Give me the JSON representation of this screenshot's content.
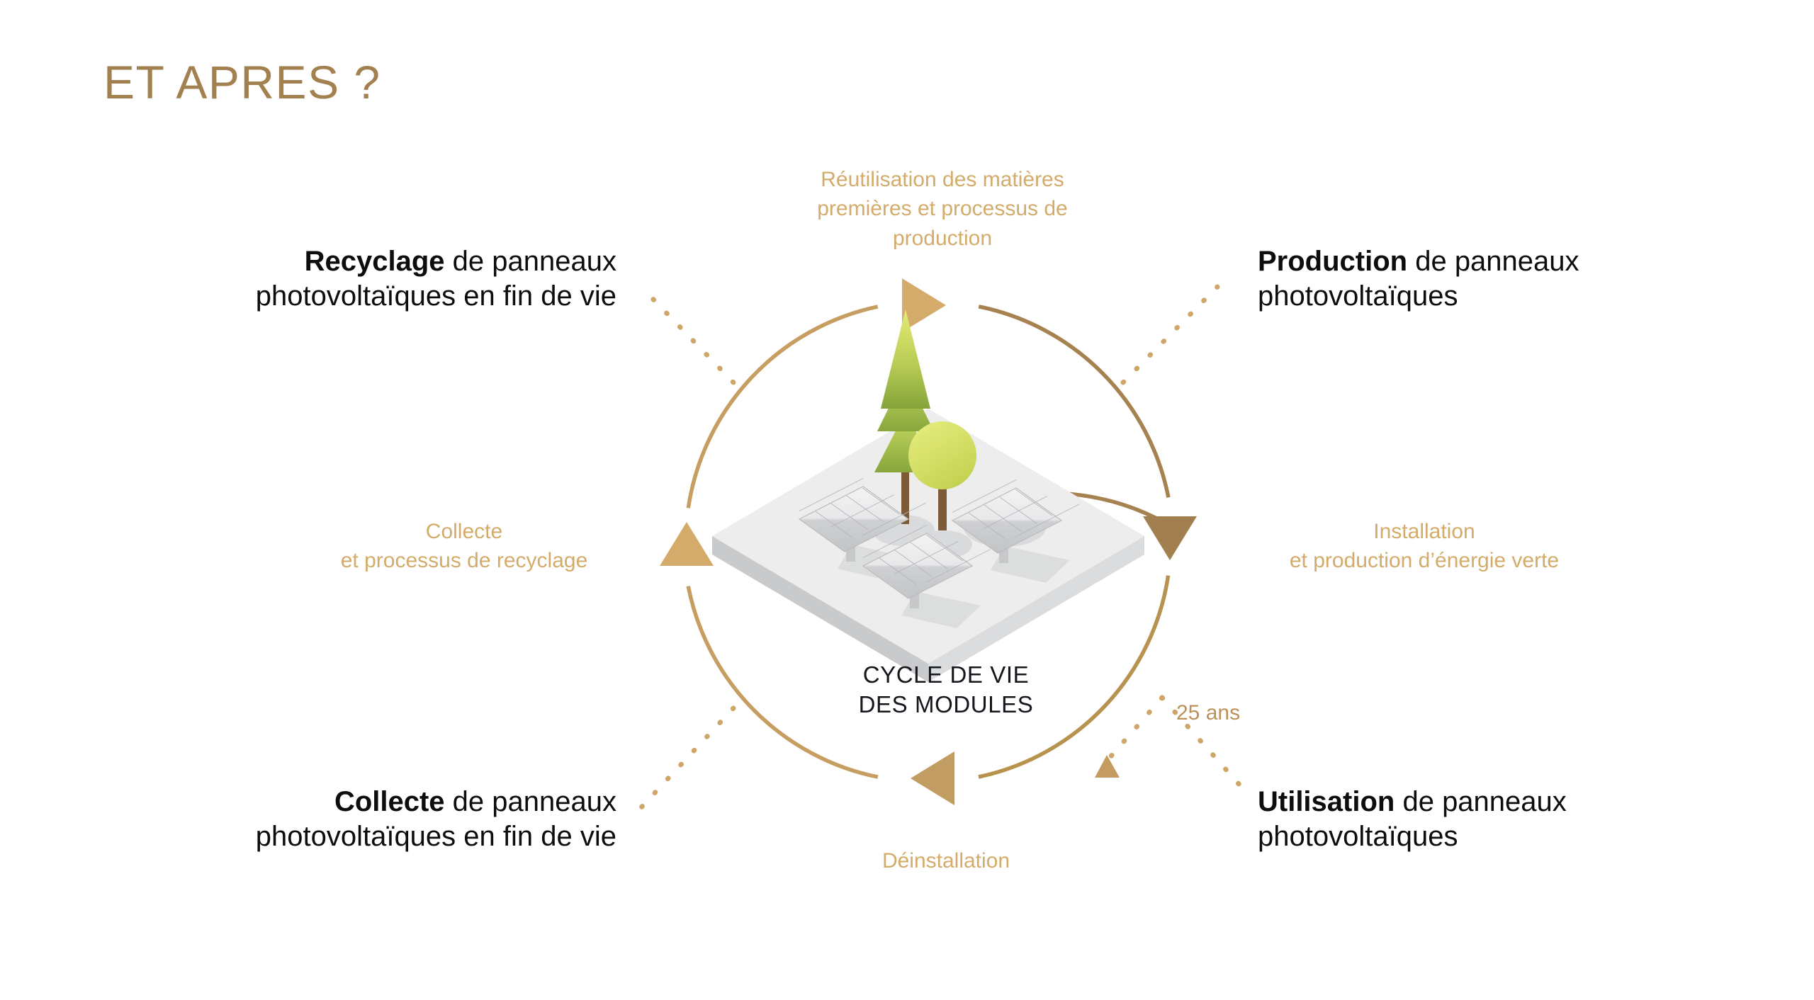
{
  "page": {
    "title": "ET APRES ?",
    "background_color": "#ffffff",
    "title_color": "#a2804f"
  },
  "colors": {
    "title_bronze": "#a2804f",
    "caption_gold": "#d3ab6a",
    "arrow_light": "#d5ab6b",
    "arrow_dark": "#a17f4f",
    "arc_light": "#c79e62",
    "arc_dark": "#a5824f",
    "dotted_line": "#cfa568",
    "headline_black": "#0d0d0d",
    "platform_gray": "#ededee",
    "platform_edge": "#c9cacb",
    "tree_green_top": "#d8e36a",
    "tree_green_bottom": "#8fad3f",
    "trunk_brown": "#7d5a38"
  },
  "diagram": {
    "center_title_line1": "CYCLE DE VIE",
    "center_title_line2": "DES MODULES",
    "corner_labels": [
      {
        "name": "recyclage",
        "lead": "Recyclage",
        "rest": " de panneaux",
        "line2": "photovoltaïques en fin de vie",
        "position": "top-left"
      },
      {
        "name": "production",
        "lead": "Production",
        "rest": " de panneaux",
        "line2": "photovoltaïques",
        "position": "top-right"
      },
      {
        "name": "collecte",
        "lead": "Collecte",
        "rest": " de panneaux",
        "line2": "photovoltaïques en fin de vie",
        "position": "bottom-left"
      },
      {
        "name": "utilisation",
        "lead": "Utilisation",
        "rest": " de panneaux",
        "line2": "photovoltaïques",
        "position": "bottom-right"
      }
    ],
    "arc_captions": {
      "top_line1": "Réutilisation des matières",
      "top_line2": "premières et processus de",
      "top_line3": "production",
      "left_line1": "Collecte",
      "left_line2": "et processus de recyclage",
      "right_line1": "Installation",
      "right_line2": "et production d’énergie verte",
      "bottom_line1": "Déinstallation",
      "duration": "25 ans"
    },
    "arrows": [
      {
        "name": "arrow-north",
        "direction": "right",
        "color": "#d5ab6b"
      },
      {
        "name": "arrow-east",
        "direction": "down",
        "color": "#a17f4f"
      },
      {
        "name": "arrow-south",
        "direction": "left",
        "color": "#c19c63"
      },
      {
        "name": "arrow-west",
        "direction": "up",
        "color": "#d5ab6b"
      }
    ],
    "illustration": {
      "name": "isometric-solar-farm",
      "solar_panel_count": 3,
      "tree_count": 2,
      "tree_types": [
        "conifer",
        "round"
      ]
    }
  }
}
